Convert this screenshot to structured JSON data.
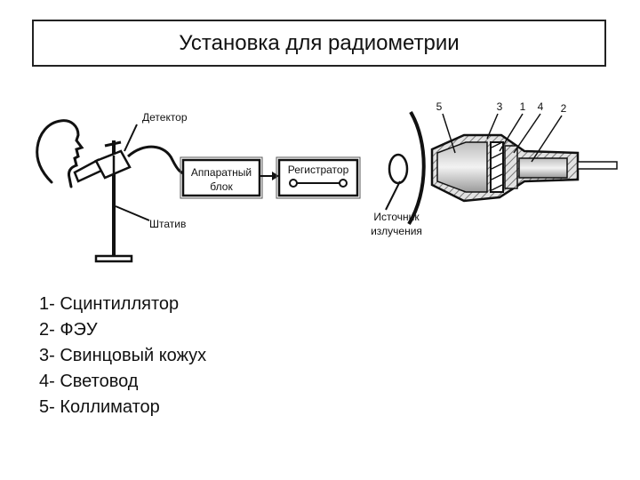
{
  "title": "Установка для радиометрии",
  "labels": {
    "detector": "Детектор",
    "stand": "Штатив",
    "hardware_unit_line1": "Аппаратный",
    "hardware_unit_line2": "блок",
    "recorder": "Регистратор",
    "source_line1": "Источник",
    "source_line2": "излучения"
  },
  "part_numbers": [
    "5",
    "3",
    "1",
    "4",
    "2"
  ],
  "legend": [
    "1- Сцинтиллятор",
    "2- ФЭУ",
    "3- Свинцовый кожух",
    "4- Световод",
    "5- Коллиматор"
  ]
}
